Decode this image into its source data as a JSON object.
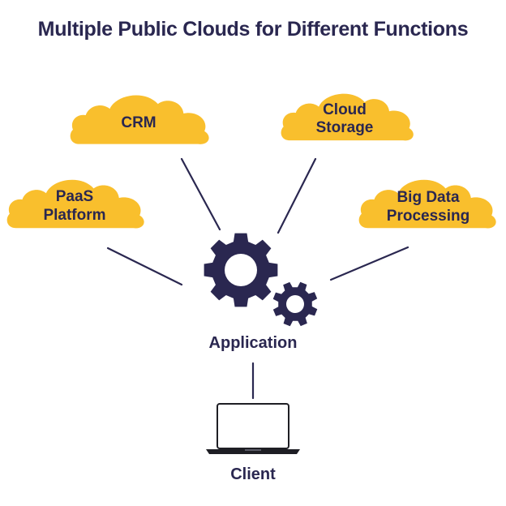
{
  "title": "Multiple Public Clouds for Different Functions",
  "colors": {
    "cloud_fill": "#f9bf2d",
    "ink": "#2a2750"
  },
  "clouds": [
    {
      "id": "crm",
      "lines": [
        "CRM"
      ],
      "icon": "cloud-icon"
    },
    {
      "id": "cloud-storage",
      "lines": [
        "Cloud",
        "Storage"
      ],
      "icon": "cloud-icon"
    },
    {
      "id": "paas-platform",
      "lines": [
        "PaaS",
        "Platform"
      ],
      "icon": "cloud-icon"
    },
    {
      "id": "big-data-processing",
      "lines": [
        "Big Data",
        "Processing"
      ],
      "icon": "cloud-icon"
    }
  ],
  "center": {
    "label": "Application",
    "icon": "gears-icon"
  },
  "client": {
    "label": "Client",
    "icon": "laptop-icon"
  }
}
